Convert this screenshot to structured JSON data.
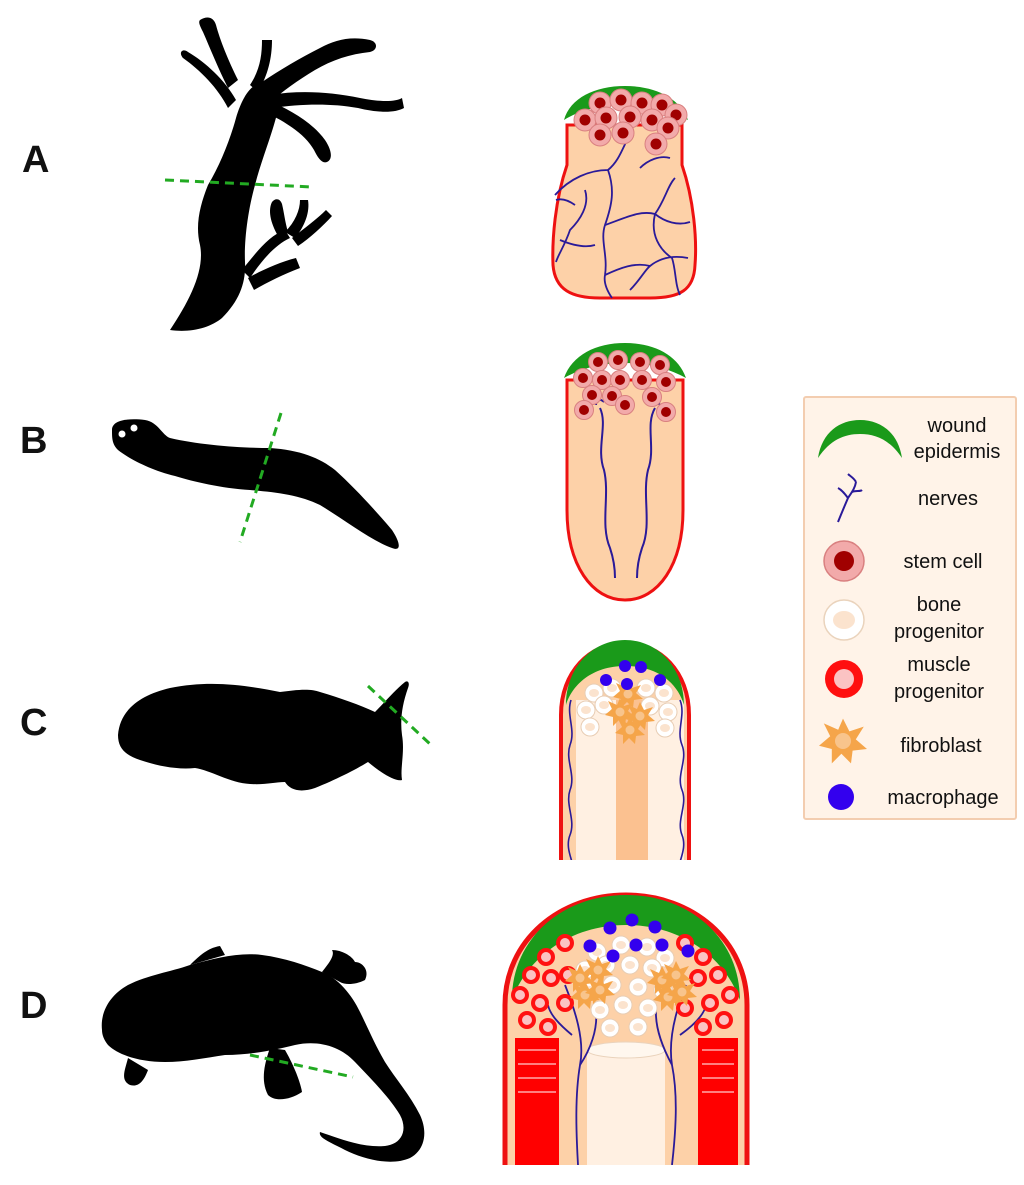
{
  "panels": [
    {
      "letter": "A"
    },
    {
      "letter": "B"
    },
    {
      "letter": "C"
    },
    {
      "letter": "D"
    }
  ],
  "legend": {
    "items": [
      {
        "lines": [
          "wound",
          "epidermis"
        ],
        "icon": "wound-epidermis-icon"
      },
      {
        "lines": [
          "nerves"
        ],
        "icon": "nerve-icon"
      },
      {
        "lines": [
          "stem cell"
        ],
        "icon": "stem-cell-icon"
      },
      {
        "lines": [
          "bone",
          "progenitor"
        ],
        "icon": "bone-progenitor-icon"
      },
      {
        "lines": [
          "muscle",
          "progenitor"
        ],
        "icon": "muscle-progenitor-icon"
      },
      {
        "lines": [
          "fibroblast"
        ],
        "icon": "fibroblast-icon"
      },
      {
        "lines": [
          "macrophage"
        ],
        "icon": "macrophage-icon"
      }
    ]
  },
  "colors": {
    "silhouette": "#000000",
    "cut_line": "#22aa22",
    "tissue": "#fdd1a8",
    "outline": "#ee1111",
    "wound_epidermis": "#1a9a1a",
    "nerve": "#2a1a99",
    "stem_cell_outer": "#f0a8a8",
    "stem_cell_inner": "#a00000",
    "bone": "#fff0e2",
    "muscle": "#ff0000",
    "fibroblast": "#f5a54a",
    "macrophage": "#3300ee",
    "legend_bg": "#fff3e8",
    "legend_border": "#f3cdb0"
  }
}
